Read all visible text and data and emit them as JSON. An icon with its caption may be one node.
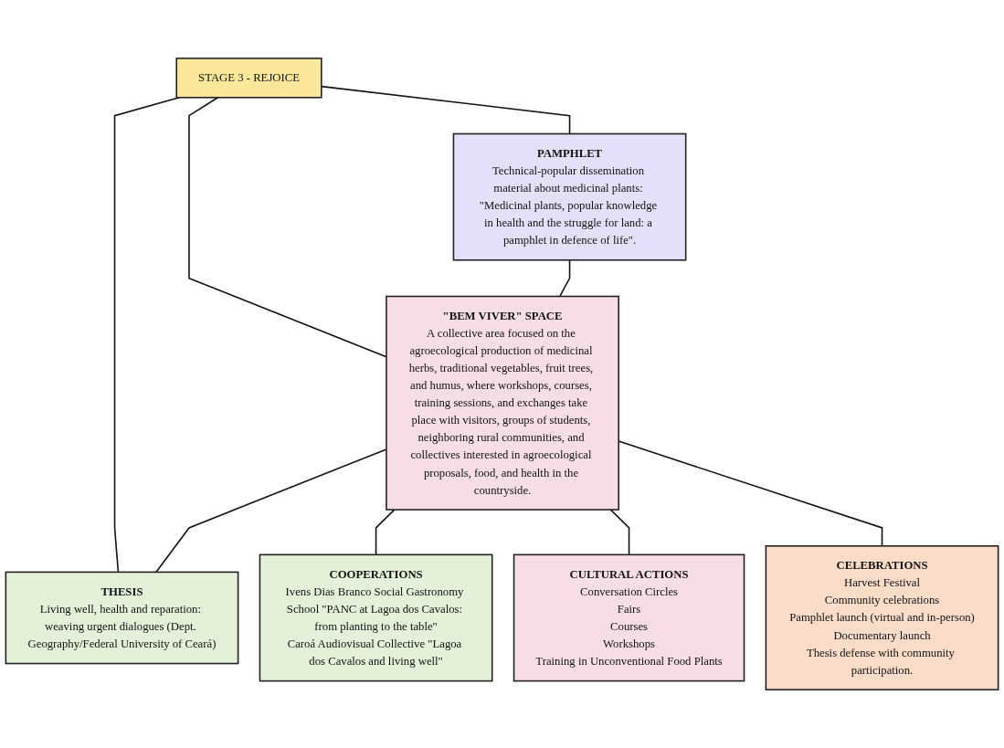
{
  "diagram": {
    "nodes": [
      {
        "text": [
          "STAGE 3 - REJOICE"
        ]
      },
      {
        "text": [
          "PAMPHLET",
          "Technical-popular dissemination material about medicinal plants: \"Medicinal plants, popular knowledge in health and the struggle for land: a pamphlet in defence of life\"."
        ]
      },
      {
        "text": [
          "\"BEM VIVER\" SPACE",
          "A collective area focused on the agroecological production of medicinal herbs, traditional vegetables, fruit trees, and humus, where workshops, courses, training sessions, and exchanges take place with visitors, groups of students, neighboring rural communities, and collectives interested in agroecological proposals, food, and health in the countryside."
        ]
      },
      {
        "text": [
          "THESIS",
          "Living well, health and reparation: weaving urgent dialogues (Dept. Geography/Federal University of Ceará)"
        ]
      },
      {
        "text": [
          "COOPERATIONS",
          "Ivens Dias Branco Social Gastronomy School \"PANC at Lagoa dos Cavalos: from planting to the table\"",
          "Caroá Audiovisual Collective \"Lagoa dos Cavalos and living well\""
        ]
      },
      {
        "text": [
          "CULTURAL ACTIONS",
          "Conversation Circles",
          "Fairs",
          "Courses",
          "Workshops",
          "Training in Unconventional Food Plants"
        ]
      },
      {
        "text": [
          "CELEBRATIONS",
          "Harvest Festival",
          "Community celebrations",
          "Pamphlet launch (virtual and in-person)",
          "Documentary launch",
          "Thesis defense with community participation."
        ]
      }
    ],
    "edges": [
      {
        "from": 0,
        "to": 1,
        "arrow": "none"
      },
      {
        "from": 0,
        "to": 2,
        "arrow": "none"
      },
      {
        "from": 0,
        "to": 3,
        "arrow": "none"
      },
      {
        "from": 1,
        "to": 2,
        "arrow": "none"
      },
      {
        "from": 2,
        "to": 3,
        "arrow": "none"
      },
      {
        "from": 2,
        "to": 4,
        "arrow": "none"
      },
      {
        "from": 2,
        "to": 5,
        "arrow": "none"
      },
      {
        "from": 2,
        "to": 6,
        "arrow": "none"
      }
    ]
  }
}
